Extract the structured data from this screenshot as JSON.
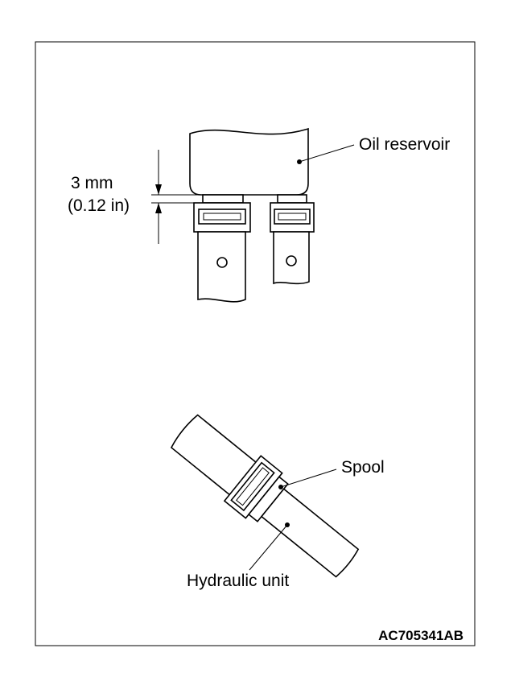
{
  "labels": {
    "dimension_mm": "3 mm",
    "dimension_in": "(0.12 in)",
    "oil_reservoir": "Oil reservoir",
    "spool": "Spool",
    "hydraulic_unit": "Hydraulic unit",
    "figure_code": "AC705341AB"
  },
  "colors": {
    "line": "#000000",
    "background": "#ffffff"
  }
}
